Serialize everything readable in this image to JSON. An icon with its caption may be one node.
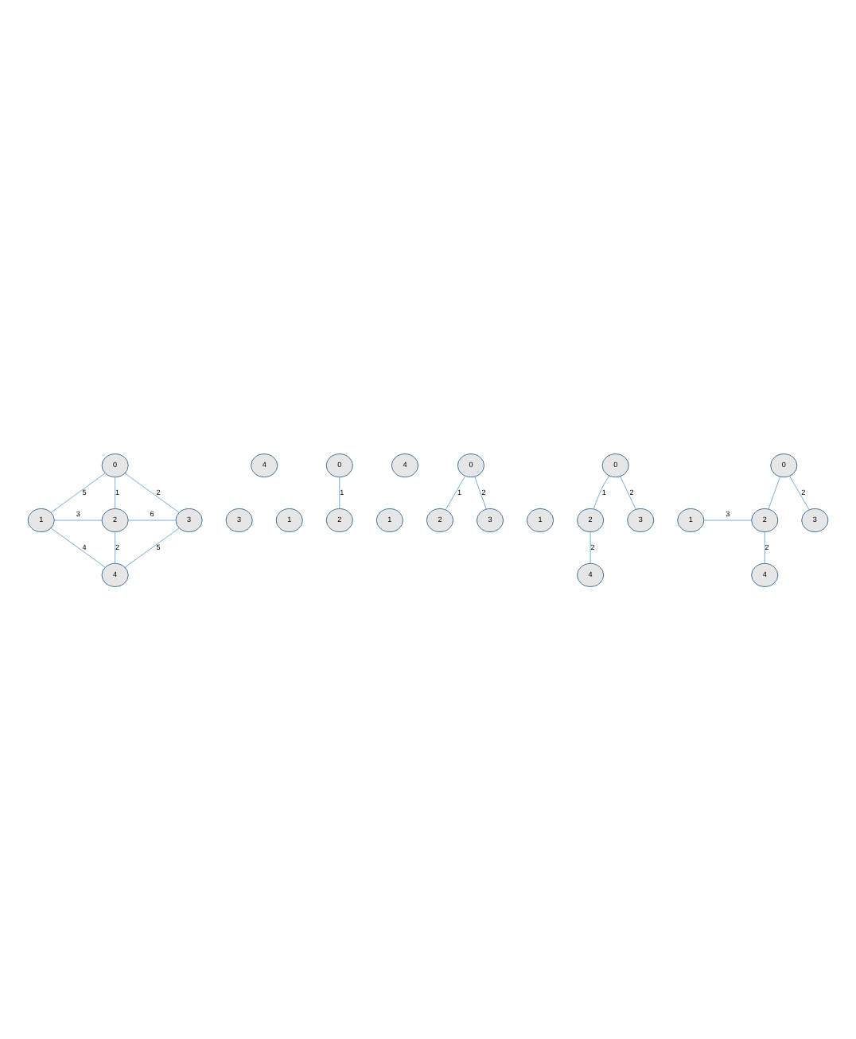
{
  "diagram": {
    "nodes": [
      {
        "text": [
          "0"
        ]
      },
      {
        "text": [
          "1"
        ]
      },
      {
        "text": [
          "2"
        ]
      },
      {
        "text": [
          "3"
        ]
      },
      {
        "text": [
          "4"
        ]
      },
      {
        "text": [
          "0"
        ]
      },
      {
        "text": [
          "1"
        ]
      },
      {
        "text": [
          "2"
        ]
      },
      {
        "text": [
          "3"
        ]
      },
      {
        "text": [
          "4"
        ]
      },
      {
        "text": [
          "0"
        ]
      },
      {
        "text": [
          "1"
        ]
      },
      {
        "text": [
          "2"
        ]
      },
      {
        "text": [
          "3"
        ]
      },
      {
        "text": [
          "4"
        ]
      },
      {
        "text": [
          "0"
        ]
      },
      {
        "text": [
          "1"
        ]
      },
      {
        "text": [
          "2"
        ]
      },
      {
        "text": [
          "3"
        ]
      },
      {
        "text": [
          "4"
        ]
      },
      {
        "text": [
          "0"
        ]
      },
      {
        "text": [
          "1"
        ]
      },
      {
        "text": [
          "2"
        ]
      },
      {
        "text": [
          "3"
        ]
      },
      {
        "text": [
          "4"
        ]
      }
    ],
    "edges": [
      {
        "from": 0,
        "to": 1,
        "arrow": "none",
        "label": "5"
      },
      {
        "from": 0,
        "to": 2,
        "arrow": "none",
        "label": "1"
      },
      {
        "from": 0,
        "to": 3,
        "arrow": "none",
        "label": "2"
      },
      {
        "from": 1,
        "to": 2,
        "arrow": "none",
        "label": "3"
      },
      {
        "from": 2,
        "to": 3,
        "arrow": "none",
        "label": "6"
      },
      {
        "from": 1,
        "to": 4,
        "arrow": "none",
        "label": "4"
      },
      {
        "from": 2,
        "to": 4,
        "arrow": "none",
        "label": "2"
      },
      {
        "from": 3,
        "to": 4,
        "arrow": "none",
        "label": "5"
      },
      {
        "from": 5,
        "to": 7,
        "arrow": "none",
        "label": "1"
      },
      {
        "from": 10,
        "to": 12,
        "arrow": "none",
        "label": "1"
      },
      {
        "from": 10,
        "to": 13,
        "arrow": "none",
        "label": "2"
      },
      {
        "from": 15,
        "to": 17,
        "arrow": "none",
        "label": "1"
      },
      {
        "from": 15,
        "to": 18,
        "arrow": "none",
        "label": "2"
      },
      {
        "from": 17,
        "to": 19,
        "arrow": "none",
        "label": "2"
      },
      {
        "from": 20,
        "to": 22,
        "arrow": "none"
      },
      {
        "from": 20,
        "to": 23,
        "arrow": "none",
        "label": "2"
      },
      {
        "from": 21,
        "to": 22,
        "arrow": "none",
        "label": "3"
      },
      {
        "from": 22,
        "to": 24,
        "arrow": "none",
        "label": "2"
      }
    ]
  }
}
